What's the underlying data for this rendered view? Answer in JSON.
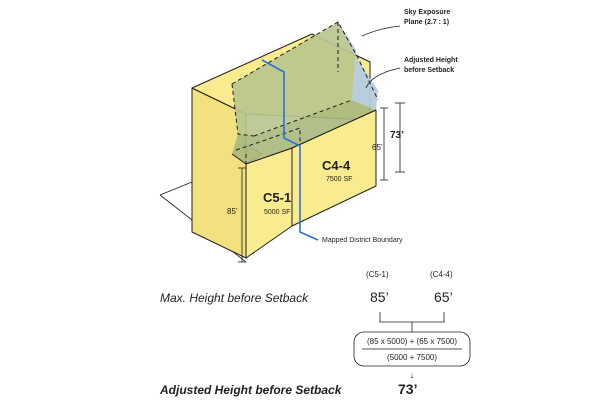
{
  "annotations": {
    "sky_exposure_line1": "Sky Exposure",
    "sky_exposure_line2": "Plane (2.7 : 1)",
    "adjusted_line1": "Adjusted Height",
    "adjusted_line2": "before Setback",
    "boundary": "Mapped District Boundary"
  },
  "dimensions": {
    "dim_73": "73’",
    "dim_65": "65’",
    "dim_85": "85’"
  },
  "blocks": {
    "c4": {
      "name": "C4-4",
      "area": "7500 SF"
    },
    "c5": {
      "name": "C5-1",
      "area": "5000 SF"
    }
  },
  "formula": {
    "max_label": "Max. Height before Setback",
    "col1_header": "(C5-1)",
    "col2_header": "(C4-4)",
    "col1_value": "85’",
    "col2_value": "65’",
    "numerator": "(85 x 5000) + (65 x 7500)",
    "denominator": "(5000 + 7500)",
    "arrow": "↓",
    "adjusted_label": "Adjusted Height before Setback",
    "adjusted_value": "73’"
  },
  "colors": {
    "wall": "#f8ec8e",
    "wall_dark": "#ebd97a",
    "plane_green": "#b9c58e",
    "plane_blue": "#b4cce0",
    "boundary": "#2f6fd6",
    "ink": "#231f20"
  }
}
